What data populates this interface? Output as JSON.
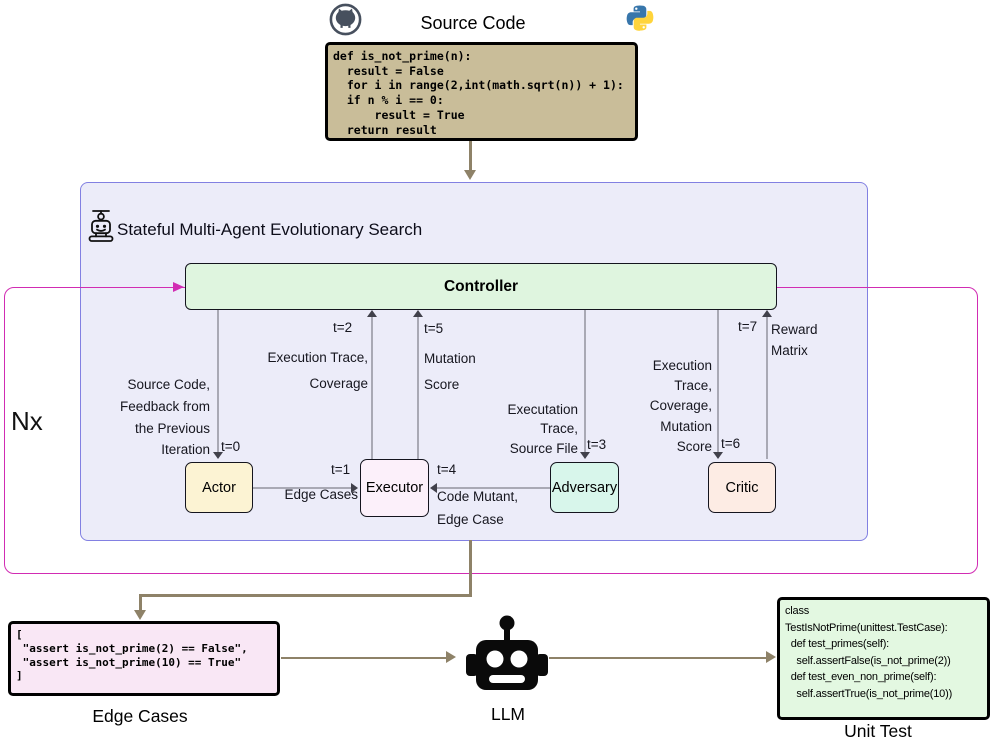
{
  "colors": {
    "magenta_loop": "#d12cb3",
    "olive_arrow": "#8e8268",
    "panel_fill": "#ececf9",
    "panel_border": "#8280e2",
    "controller_fill": "#dff5df",
    "actor_fill": "#fcf3d3",
    "executor_fill": "#fcf0fa",
    "adversary_fill": "#d8f6eb",
    "critic_fill": "#fdece4",
    "source_box_fill": "#c9bd99",
    "edge_cases_fill": "#f9e7f5",
    "unit_test_fill": "#e3f8e1"
  },
  "icons": {
    "source_repo": "github-icon",
    "language": "python-icon",
    "panel_agent": "robot-outline-icon",
    "llm": "robot-head-icon"
  },
  "header": {
    "title": "Source Code"
  },
  "source_code": {
    "lines": [
      "def is_not_prime(n):",
      "  result = False",
      "  for i in range(2,int(math.sqrt(n)) + 1):",
      "  if n % i == 0:",
      "      result = True",
      "  return result"
    ]
  },
  "pipeline": {
    "title": "Stateful Multi-Agent Evolutionary Search",
    "controller": "Controller",
    "loop_label": "Nx",
    "agents": {
      "actor": "Actor",
      "executor": "Executor",
      "adversary": "Adversary",
      "critic": "Critic"
    }
  },
  "edges": {
    "t0": {
      "t": "t=0",
      "lines": [
        "Source Code,",
        "Feedback from",
        "the Previous",
        "Iteration"
      ]
    },
    "t1": {
      "t": "t=1",
      "lines": [
        "Edge Cases"
      ]
    },
    "t2": {
      "t": "t=2",
      "lines": [
        "Execution Trace,",
        "Coverage"
      ]
    },
    "t3": {
      "t": "t=3",
      "lines": [
        "Executation",
        "Trace,",
        "Source File"
      ]
    },
    "t4": {
      "t": "t=4",
      "lines": [
        "Code Mutant,",
        "Edge Case"
      ]
    },
    "t5": {
      "t": "t=5",
      "lines": [
        "Mutation",
        "Score"
      ]
    },
    "t6": {
      "t": "t=6",
      "lines": [
        "Execution",
        "Trace,",
        "Coverage,",
        "Mutation",
        "Score"
      ]
    },
    "t7": {
      "t": "t=7",
      "lines": [
        "Reward",
        "Matrix"
      ]
    }
  },
  "bottom": {
    "edge_cases": {
      "code_lines": [
        "[",
        " \"assert is_not_prime(2) == False\",",
        " \"assert is_not_prime(10) == True\"",
        "]"
      ],
      "label": "Edge Cases"
    },
    "llm_label": "LLM",
    "unit_test": {
      "code_lines": [
        "class",
        "TestIsNotPrime(unittest.TestCase):",
        "  def test_primes(self):",
        "    self.assertFalse(is_not_prime(2))",
        "  def test_even_non_prime(self):",
        "    self.assertTrue(is_not_prime(10))"
      ],
      "label": "Unit Test"
    }
  }
}
